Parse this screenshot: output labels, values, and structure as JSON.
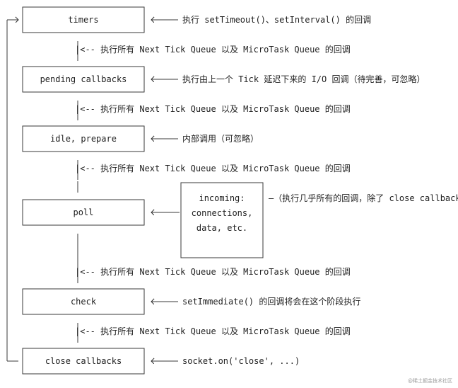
{
  "phases": [
    {
      "label": "timers",
      "annotation": "执行 setTimeout()、setInterval() 的回调"
    },
    {
      "label": "pending callbacks",
      "annotation": "执行由上一个 Tick 延迟下来的 I/O 回调（待完善，可忽略）"
    },
    {
      "label": "idle, prepare",
      "annotation": "内部调用（可忽略）"
    },
    {
      "label": "poll",
      "annotation": "–（执行几乎所有的回调，除了 close callbacks"
    },
    {
      "label": "check",
      "annotation": "setImmediate() 的回调将会在这个阶段执行"
    },
    {
      "label": "close callbacks",
      "annotation": "socket.on('close', ...)"
    }
  ],
  "between_note": "|<-- 执行所有 Next Tick Queue 以及 MicroTask Queue 的回调",
  "incoming_box": {
    "lines": [
      "incoming:",
      "connections,",
      "data, etc."
    ]
  },
  "watermark": "@稀土掘金技术社区"
}
